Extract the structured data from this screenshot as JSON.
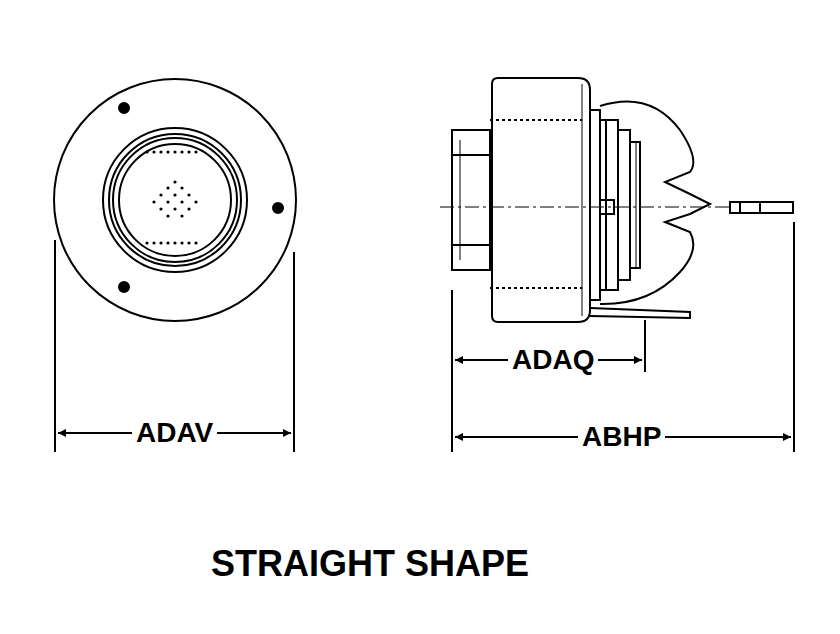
{
  "diagram": {
    "caption": "STRAIGHT SHAPE",
    "labels": [
      "ADAV",
      "ADAQ",
      "ABHP"
    ]
  }
}
